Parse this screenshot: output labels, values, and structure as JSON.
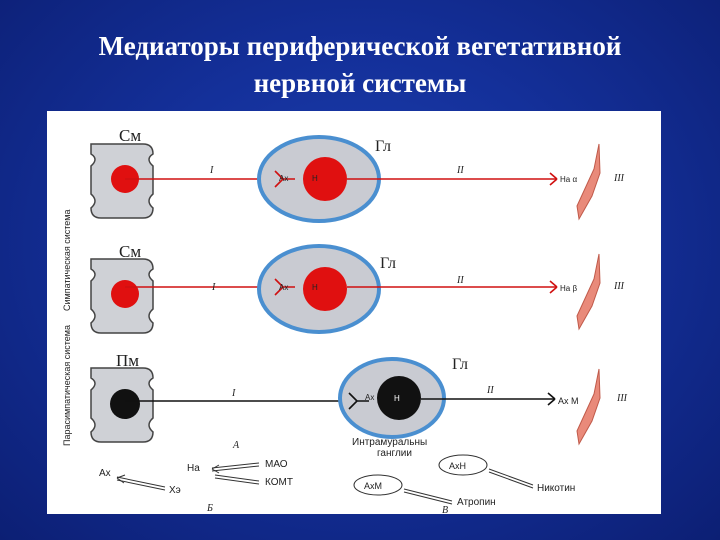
{
  "slide": {
    "title_line1": "Медиаторы периферической вегетативной",
    "title_line2": "нервной системы"
  },
  "figure": {
    "side_labels": {
      "sympathetic": "Симпатическая система",
      "parasympathetic": "Парасимпатическая система"
    },
    "rows": [
      {
        "center_label": "См",
        "ganglion_label": "Гл",
        "pre_label": "I",
        "post_label": "II",
        "ganglion_mediator": "Ах",
        "receptor": "Н",
        "end_mediator": "На α",
        "organ_label": "III",
        "color": "#e01010"
      },
      {
        "center_label": "См",
        "ganglion_label": "Гл",
        "pre_label": "I",
        "post_label": "II",
        "ganglion_mediator": "Ах",
        "receptor": "Н",
        "end_mediator": "На β",
        "organ_label": "III",
        "color": "#e01010"
      },
      {
        "center_label": "Пм",
        "ganglion_label": "Гл",
        "pre_label": "I",
        "post_label": "II",
        "ganglion_mediator": "Ах",
        "receptor": "Н",
        "end_mediator": "Ах М",
        "organ_label": "III",
        "color": "#111111"
      }
    ],
    "intramural_label_1": "Интрамуральны",
    "intramural_label_2": "ганглии",
    "legend_a": {
      "letter": "А",
      "ach": "Ах",
      "che": "Хэ",
      "na": "На",
      "mao": "МАО",
      "comt": "КОМТ"
    },
    "legend_b": {
      "letter": "Б"
    },
    "legend_c": {
      "letter": "В",
      "h_receptor": "АхН",
      "m_receptor": "АхМ",
      "nicotine": "Никотин",
      "atropine": "Атропин"
    },
    "colors": {
      "sympathetic": "#e01010",
      "parasympathetic": "#111111",
      "ganglion_fill": "#c9cbd2",
      "ganglion_ring": "#4a8fd0",
      "organ": "#e98a7a"
    }
  }
}
